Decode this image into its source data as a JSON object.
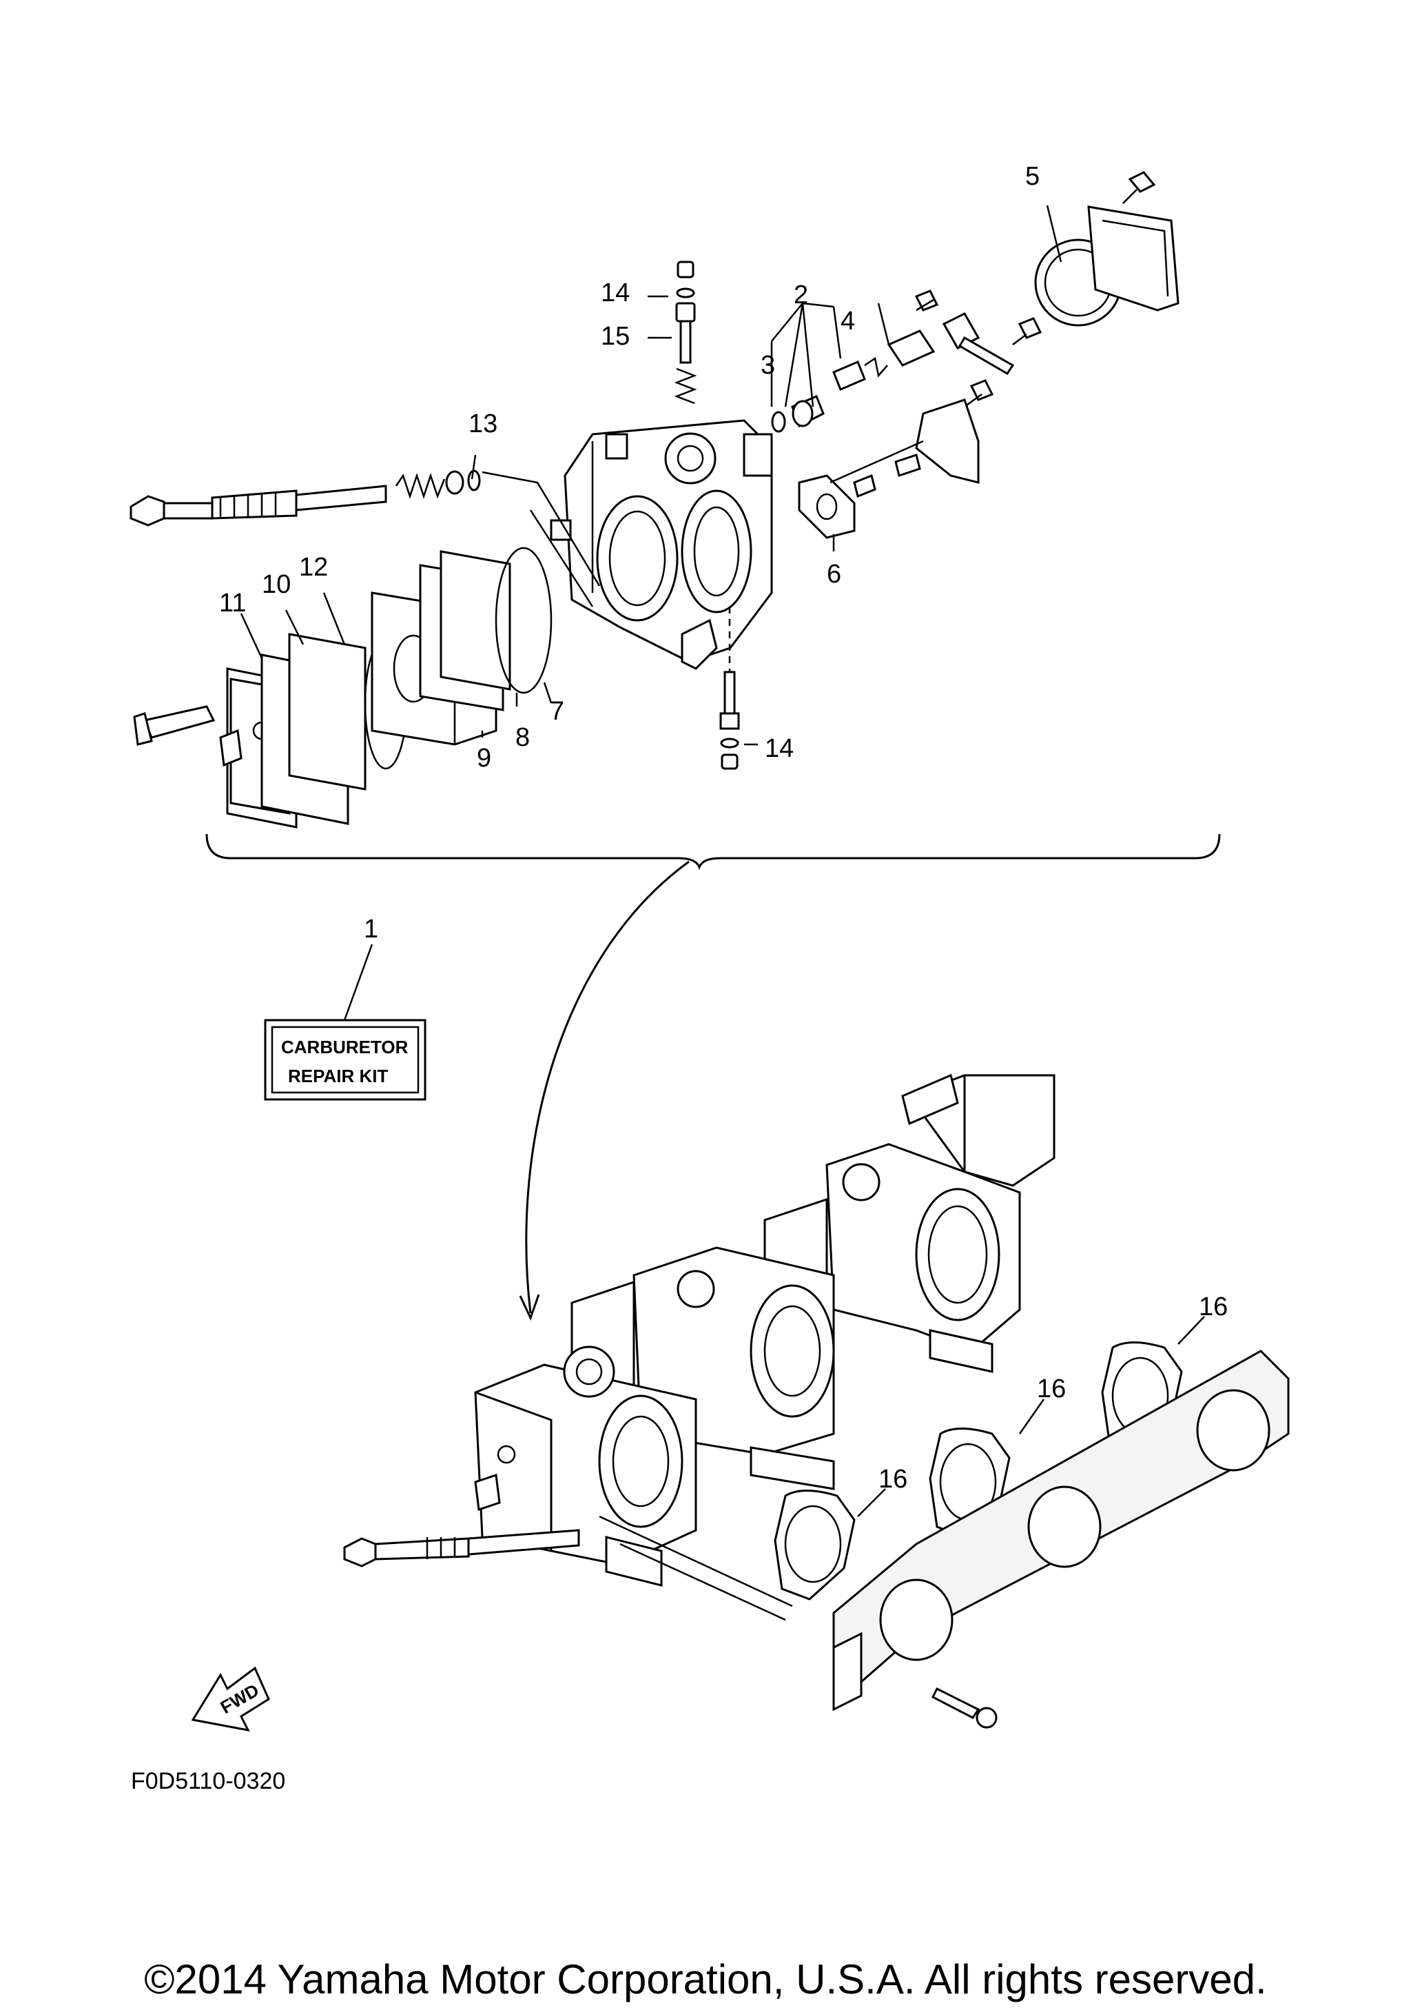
{
  "callouts": {
    "c1": "1",
    "c2": "2",
    "c3": "3",
    "c4": "4",
    "c5": "5",
    "c6": "6",
    "c7": "7",
    "c8": "8",
    "c9": "9",
    "c10": "10",
    "c11": "11",
    "c12": "12",
    "c13": "13",
    "c14a": "14",
    "c14b": "14",
    "c15": "15",
    "c16a": "16",
    "c16b": "16",
    "c16c": "16"
  },
  "kit_label": {
    "line1": "CARBURETOR",
    "line2": "REPAIR KIT"
  },
  "direction_label": "FWD",
  "figure_code": "F0D5110-0320",
  "copyright": "©2014 Yamaha Motor Corporation, U.S.A. All rights reserved."
}
